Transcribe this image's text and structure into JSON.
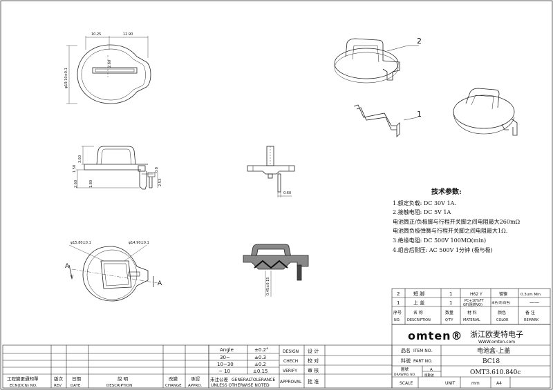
{
  "notes": {
    "title": "技术参数:",
    "lines": [
      "1.额定负载: DC 30V 1A.",
      "2.接触电阻: DC 5V 1A",
      "电池筒正/负极脚与行程开关脚之间电阻最大260mΩ",
      "电池筒负极弹簧与行程开关脚之间电阻最大1Ω.",
      "3.绝缘电阻: DC  500V 100MΩ(min)",
      "4.组合后耐压: AC 500V 1分钟 (极与极)"
    ]
  },
  "dims": {
    "top_w1": "10.25",
    "top_w2": "12.90",
    "dia_left": "φ19.10±0.1",
    "inner_h": "2.60",
    "side_h1": "1.50",
    "side_h2": "3.60",
    "side_h3": "2.60",
    "side_h4": "1.80",
    "side_h5": "2.53",
    "side_h6": "0.8",
    "front_w": "0.60",
    "dia_a": "φ15.80±0.1",
    "dia_b": "φ14.90±0.1",
    "section_h": "0.45±0.15",
    "section_a1": "A",
    "section_a2": "A"
  },
  "callouts": {
    "part1": "1",
    "part2": "2"
  },
  "bom": {
    "rows": [
      {
        "no": "2",
        "name": "短  脚",
        "qty": "1",
        "material": "H62 Y",
        "color": "镀镍",
        "remark": "0.3um Min"
      },
      {
        "no": "1",
        "name": "上  盖",
        "qty": "1",
        "material_line1": "PC+10%FT",
        "material_line2": "GF(阻燃VO)",
        "color": "本色(灰/白色)",
        "remark": "——"
      }
    ],
    "headers": {
      "no_cn": "序号",
      "no_en": "NO.",
      "name_cn": "名  称",
      "name_en": "DESCRIPTION",
      "qty_cn": "数量",
      "qty_en": "Q'TY",
      "material_cn": "材  料",
      "material_en": "MATERIAL",
      "color_cn": "颜色",
      "color_en": "COLOR",
      "remark_cn": "备  注",
      "remark_en": "REMARK"
    }
  },
  "title_block": {
    "logo": "omten®",
    "company": "浙江欧麦特电子",
    "website": "WWW.omten.com",
    "item_label_cn": "品名",
    "item_label_en": "ITEM NO.",
    "item_value": "电池盒-上盖",
    "part_label_cn": "料號",
    "part_label_en": "PART NO.",
    "part_value": "BC18",
    "drawing_label_cn": "圖號",
    "drawing_label_en": "DRAWING NO.",
    "drawing_rev": "A",
    "drawing_rev_label": "版數號",
    "drawing_value": "OMT3.610.840c",
    "scale_label": "SCALE",
    "unit_label": "UNIT",
    "unit_value": "mm",
    "size_value": "A4"
  },
  "tolerance": {
    "rows": [
      {
        "range": "Angle",
        "value": "±0.2°"
      },
      {
        "range": "30~",
        "value": "±0.3"
      },
      {
        "range": "10~30",
        "value": "±0.2"
      },
      {
        "range": "~ 10",
        "value": "±0.15"
      }
    ],
    "caption_cn": "未注公差",
    "caption_en": "GENERALTOLERANCE",
    "caption2": "UNLESS OTHERWISE NOTED"
  },
  "sign": {
    "design_en": "DESIGN",
    "design_cn": "设 计",
    "check_en": "CHECH",
    "check_cn": "校 对",
    "verify_en": "VERIFY",
    "verify_cn": "审 核",
    "approval_en": "APPROVAL",
    "approval_cn": "批 准"
  },
  "revision": {
    "ecn_cn": "工程變更通知單",
    "ecn_en": "ECN(DCN) NO.",
    "rev_cn": "版次",
    "rev_en": "REV",
    "date_cn": "日期",
    "date_en": "DATE",
    "desc_cn": "說  明",
    "desc_en": "DESCRIPTION",
    "change_cn": "改變",
    "change_en": "CHANGE",
    "approve_cn": "承認",
    "approve_en": "APPRO."
  }
}
